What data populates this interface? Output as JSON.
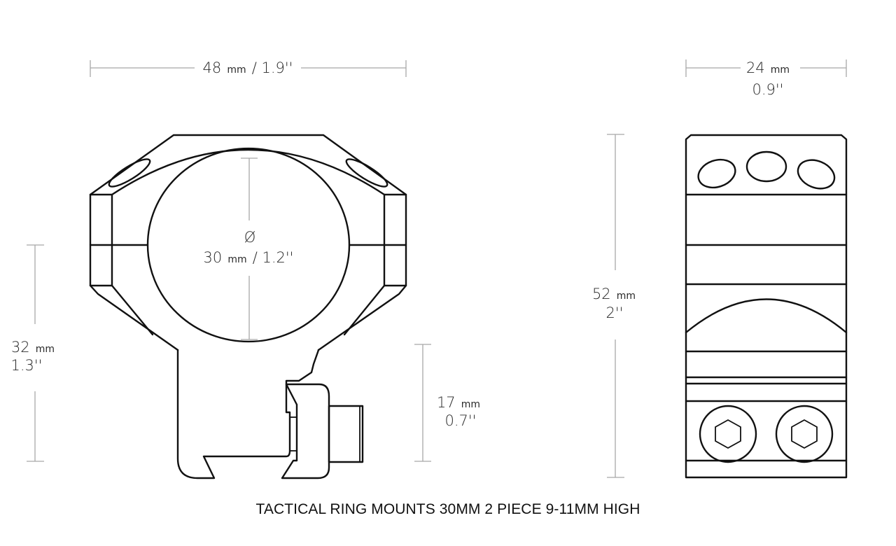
{
  "title": "TACTICAL RING MOUNTS 30MM 2 PIECE 9-11MM HIGH",
  "colors": {
    "outline": "#111111",
    "dimension_line": "#a8a8a8",
    "text": "#2a2a2a",
    "background": "#ffffff"
  },
  "front_view": {
    "width_dim": {
      "value": "48",
      "unit": "mm",
      "imperial": "/ 1.9''"
    },
    "bore_dim": {
      "symbol": "Ø",
      "value": "30",
      "unit": "mm",
      "imperial": "/ 1.2''"
    },
    "height_dim": {
      "value": "32",
      "unit": "mm",
      "imperial": "1.3''"
    },
    "base_dim": {
      "value": "17",
      "unit": "mm",
      "imperial": "0.7''"
    }
  },
  "side_view": {
    "width_dim": {
      "value": "24",
      "unit": "mm",
      "imperial": "0.9''"
    },
    "height_dim": {
      "value": "52",
      "unit": "mm",
      "imperial": "2''"
    },
    "top_screw_holes": 3,
    "hex_bolts": 2
  }
}
